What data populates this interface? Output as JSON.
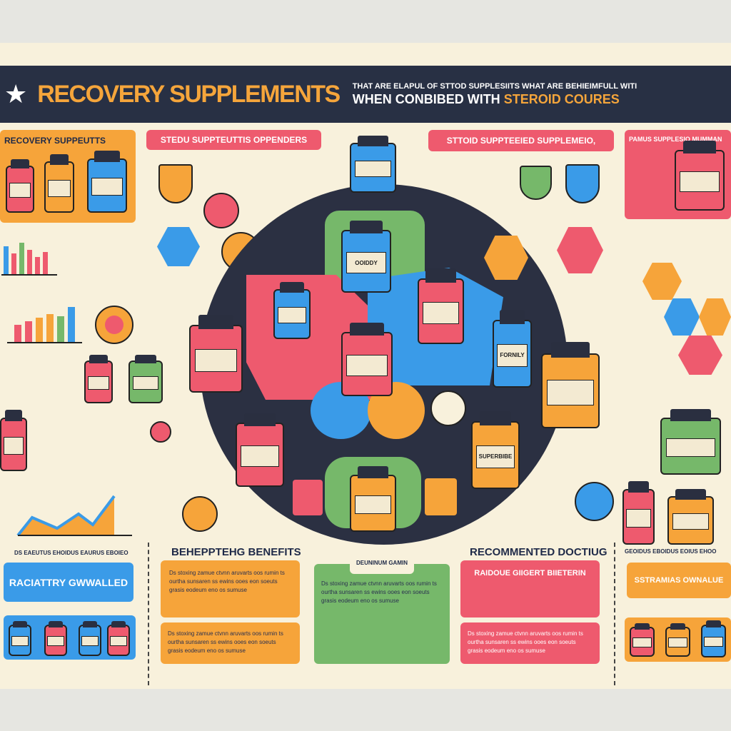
{
  "header": {
    "icon": "star-icon",
    "title": "RECOVERY SUPPLEMENTS",
    "subtitle_line1": "THAT ARE ELAPUL OF STTOD SUPPLESIITS WHAT ARE BEHIEIMFULL WITI",
    "subtitle_line2_a": "WHEN CONBIBED WITH ",
    "subtitle_line2_b": "STEROID COURES"
  },
  "panels": {
    "left_top": "RECOVERY SUPPEUTTS",
    "center_left_tab": "STEDU SUPPTEUTTIS OPPENDERS",
    "center_right_tab": "STTOID SUPPTEEIED SUPPLEMEIO,",
    "right_top": "PAMUS SUPPLESIO MUMMAN"
  },
  "center": {
    "bottle_labels": [
      "OOIDDY",
      "FORNILY",
      "SUPERBIBE"
    ]
  },
  "bottom": {
    "left_caption": "DS EAEUTUS EHOIDUS EAURUS EBOIEO",
    "left_box": "RACIATTRY GWWALLED",
    "benefits_heading": "BEHEPPTEHG BENEFITS",
    "green_tab": "DEUNINUM GAMIN",
    "dosing_heading": "RECOMMENTED DOCTIUG",
    "red_box": "RAIDOUE GIIGERT BIIETERIN",
    "right_caption": "GEOIDUS EBOIDUS EOIUS EHOO",
    "right_box": "SSTRAMIAS OWNALUE",
    "filler": "Ds stoxing zamue ctvnn aruvarts oos rumin ts ourtha sunsaren ss ewins ooes eon soeuts grasis eodeum eno os sumuse"
  }
}
